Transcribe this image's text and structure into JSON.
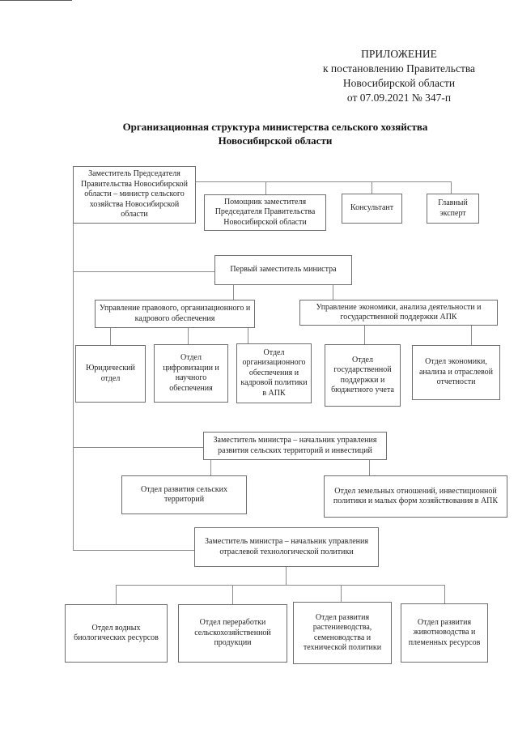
{
  "document": {
    "header": {
      "line1": "ПРИЛОЖЕНИЕ",
      "line2": "к постановлению Правительства",
      "line3": "Новосибирской области",
      "line4": "от 07.09.2021  № 347-п"
    },
    "title": {
      "line1": "Организационная структура министерства сельского хозяйства",
      "line2": "Новосибирской области"
    }
  },
  "org_chart": {
    "nodes": {
      "minister": "Заместитель Председателя Правительства Новосибирской области – министр сельского хозяйства Новосибирской области",
      "assistant": "Помощник заместителя Председателя Правительства Новосибирской области",
      "consultant": "Консультант",
      "chief_expert": "Главный эксперт",
      "first_deputy": "Первый заместитель министра",
      "upr_legal_org_hr": "Управление правового, организационного и кадрового обеспечения",
      "upr_economics": "Управление экономики, анализа деятельности и государственной поддержки АПК",
      "legal_dept": "Юридический отдел",
      "digital_science_dept": "Отдел цифровизации и научного обеспечения",
      "org_hr_dept": "Отдел организационного обеспечения и кадровой политики в АПК",
      "state_support_dept": "Отдел государственной поддержки и бюджетного учета",
      "econ_analysis_dept": "Отдел экономики, анализа и отраслевой отчетности",
      "deputy_rural": "Заместитель министра – начальник управления развития сельских территорий и инвестиций",
      "rural_dev_dept": "Отдел развития сельских территорий",
      "land_invest_dept": "Отдел земельных отношений, инвестиционной политики и малых форм хозяйствования в АПК",
      "deputy_industry": "Заместитель министра – начальник управления отраслевой технологической политики",
      "water_bio_dept": "Отдел водных биологических ресурсов",
      "processing_dept": "Отдел переработки сельскохозяйственной продукции",
      "crop_dept": "Отдел развития растениеводства, семеноводства и технической политики",
      "livestock_dept": "Отдел развития животноводства и племенных ресурсов"
    }
  },
  "colors": {
    "page_background": "#ffffff",
    "text": "#222222",
    "box_border": "#6e6e6e",
    "connector_line": "#8c8c8c"
  }
}
